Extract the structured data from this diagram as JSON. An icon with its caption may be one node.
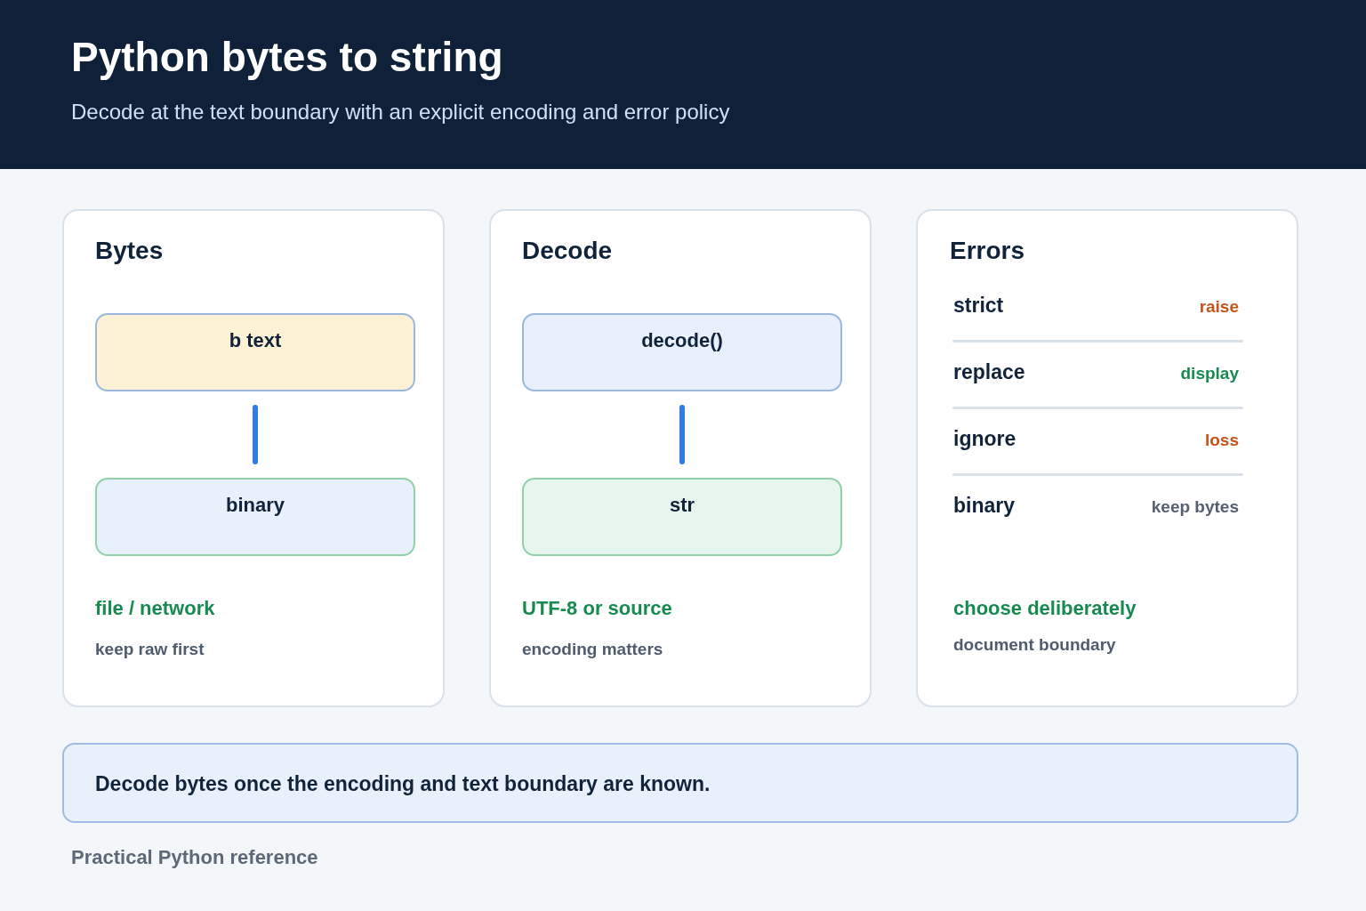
{
  "diagram": {
    "title": "Python bytes to string",
    "nodes": [
      {
        "text": [
          "Bytes",
          "file / network",
          "keep raw first"
        ]
      },
      {
        "text": [
          "b text"
        ],
        "in": 0
      },
      {
        "text": [
          "binary"
        ],
        "in": 0
      },
      {
        "text": [
          "Decode",
          "UTF-8 or source",
          "encoding matters"
        ]
      },
      {
        "text": [
          "decode()"
        ],
        "in": 3
      },
      {
        "text": [
          "str"
        ],
        "in": 3
      },
      {
        "text": [
          "Errors",
          "choose deliberately",
          "document boundary"
        ]
      },
      {
        "text": [
          "Decode bytes once the encoding and text boundary are known."
        ]
      }
    ],
    "edges": [
      {
        "from": 1,
        "to": 2,
        "arrow": "none"
      },
      {
        "from": 4,
        "to": 5,
        "arrow": "none"
      }
    ],
    "labels": [
      "Decode at the text boundary with an explicit encoding and error policy",
      "strict",
      "raise",
      "replace",
      "display",
      "ignore",
      "loss",
      "binary",
      "keep bytes",
      "Practical Python reference"
    ]
  }
}
